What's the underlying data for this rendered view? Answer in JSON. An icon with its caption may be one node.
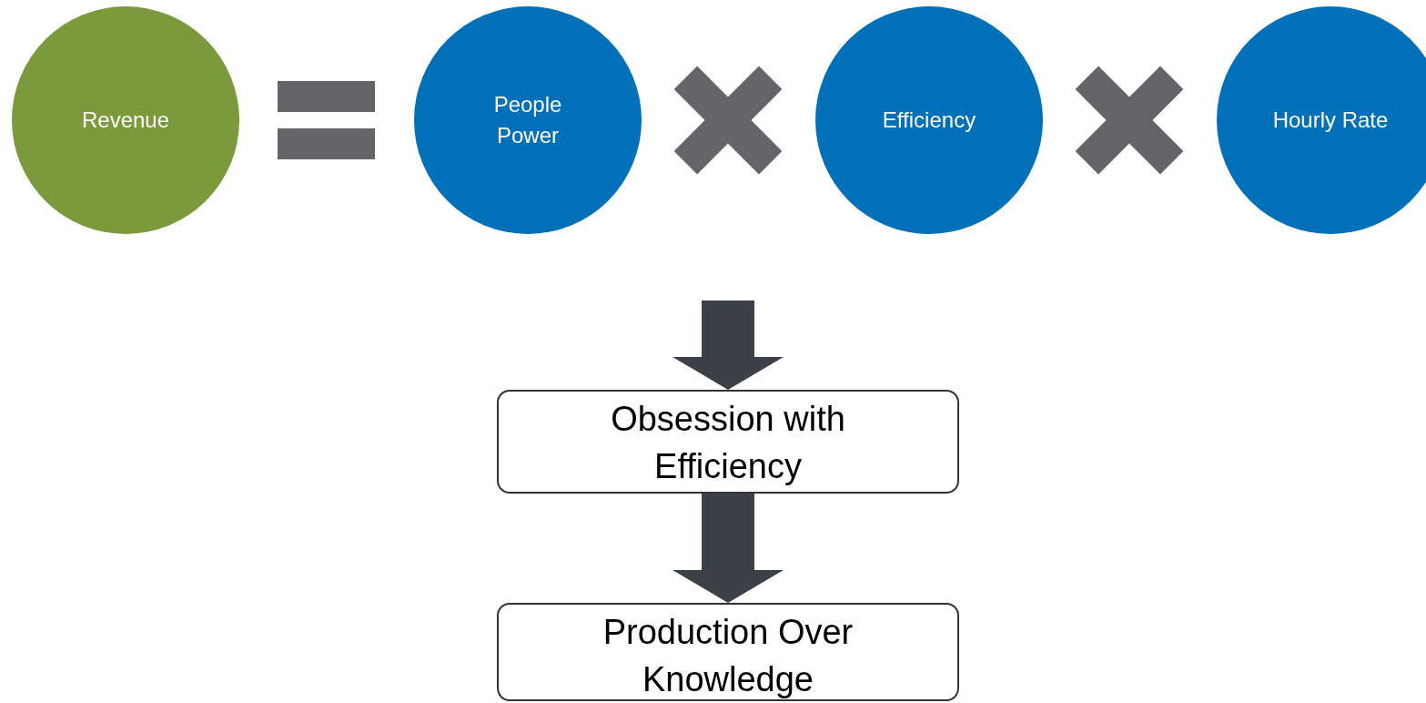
{
  "diagram": {
    "nodes": [
      {
        "text": [
          "Revenue"
        ]
      },
      {
        "text": [
          "People Power"
        ]
      },
      {
        "text": [
          "Efficiency"
        ]
      },
      {
        "text": [
          "Hourly Rate"
        ]
      },
      {
        "text": [
          "Obsession with Efficiency"
        ]
      },
      {
        "text": [
          "Production Over Knowledge"
        ]
      }
    ],
    "edges": [
      {
        "from": null,
        "to": 4,
        "arrow": "to"
      },
      {
        "from": 4,
        "to": 5,
        "arrow": "to"
      }
    ]
  }
}
